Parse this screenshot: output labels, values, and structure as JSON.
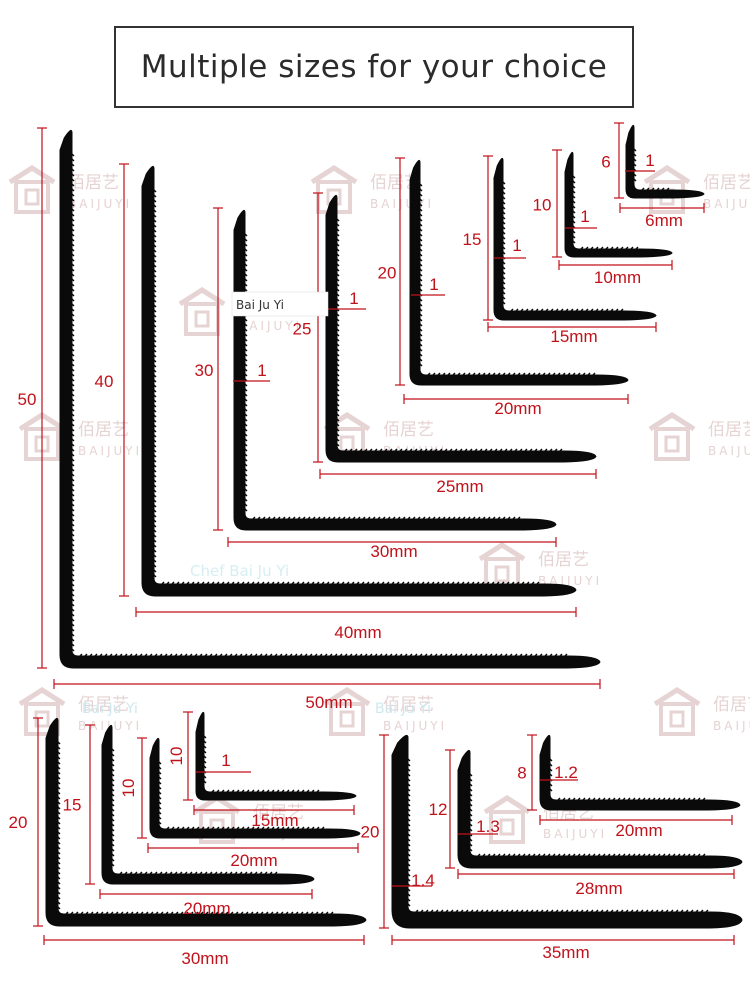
{
  "title": "Multiple sizes for your choice",
  "watermark": {
    "chinese": "佰居艺",
    "latin": "BAIJUYI"
  },
  "brand_overlay": "Chef Bai Ju Yi",
  "brand_small": "Bai Ju Yi",
  "colors": {
    "profile": "#0a0a0a",
    "dimension": "#c0121a",
    "watermark": "#e6d3d3",
    "title_border": "#333333"
  },
  "profiles_top": [
    {
      "id": "50",
      "height": "50",
      "thickness": "",
      "width": "50mm"
    },
    {
      "id": "40",
      "height": "40",
      "thickness": "",
      "width": "40mm"
    },
    {
      "id": "30",
      "height": "30",
      "thickness": "1",
      "width": "30mm"
    },
    {
      "id": "25",
      "height": "25",
      "thickness": "1",
      "width": "25mm"
    },
    {
      "id": "20",
      "height": "20",
      "thickness": "1",
      "width": "20mm"
    },
    {
      "id": "15",
      "height": "15",
      "thickness": "1",
      "width": "15mm"
    },
    {
      "id": "10",
      "height": "10",
      "thickness": "1",
      "width": "10mm"
    },
    {
      "id": "6",
      "height": "6",
      "thickness": "1",
      "width": "6mm"
    }
  ],
  "profiles_bottom_left": [
    {
      "id": "20x30",
      "height": "20",
      "thickness": "",
      "width": "30mm"
    },
    {
      "id": "15x20",
      "height": "15",
      "thickness": "",
      "width": "20mm"
    },
    {
      "id": "10x20",
      "height": "10",
      "thickness": "",
      "width": "20mm"
    },
    {
      "id": "10x15",
      "height": "10",
      "thickness": "1",
      "width": "15mm"
    }
  ],
  "profiles_bottom_right": [
    {
      "id": "20x35",
      "height": "20",
      "thickness": "1.4",
      "width": "35mm"
    },
    {
      "id": "12x28",
      "height": "12",
      "thickness": "1.3",
      "width": "28mm"
    },
    {
      "id": "8x20",
      "height": "8",
      "thickness": "1.2",
      "width": "20mm"
    }
  ]
}
